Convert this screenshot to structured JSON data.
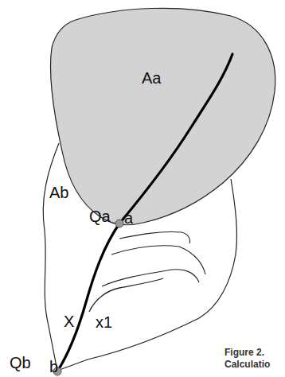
{
  "diagram": {
    "caption": "Figure 2. Calculatio",
    "labels": [
      "Aa",
      "Ab",
      "Qa",
      "a",
      "X",
      "x1",
      "Qb",
      "b"
    ]
  }
}
